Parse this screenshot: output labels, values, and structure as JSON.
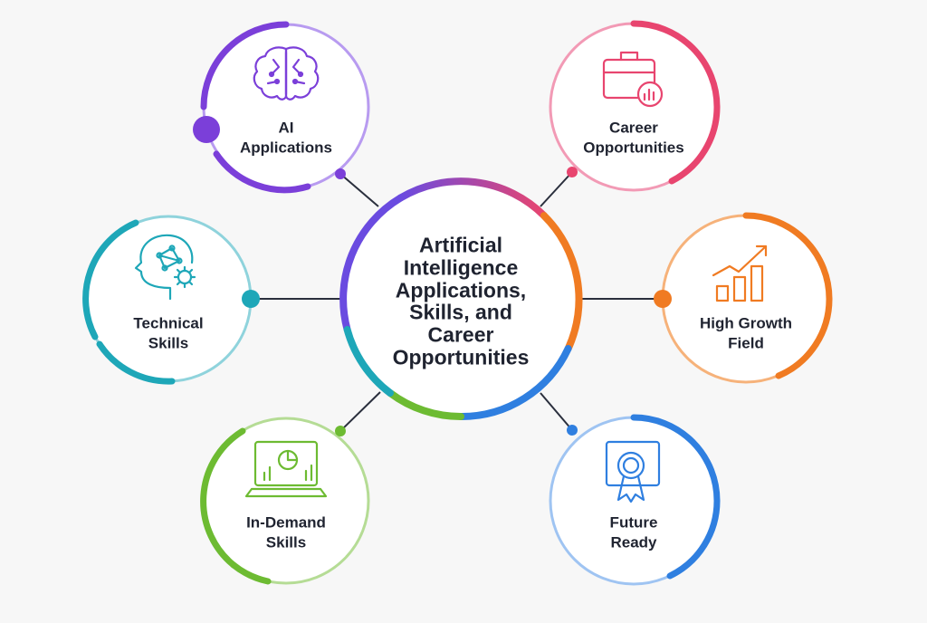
{
  "center": {
    "lines": [
      "Artificial",
      "Intelligence",
      "Applications,",
      "Skills, and",
      "Career",
      "Opportunities"
    ]
  },
  "nodes": [
    {
      "id": "ai-applications",
      "lines": [
        "AI",
        "Applications"
      ],
      "color": "#7b3fd9",
      "icon": "brain-icon"
    },
    {
      "id": "career-opportunities",
      "lines": [
        "Career",
        "Opportunities"
      ],
      "color": "#e8456f",
      "icon": "briefcase-chart-icon"
    },
    {
      "id": "technical-skills",
      "lines": [
        "Technical",
        "Skills"
      ],
      "color": "#1ea7b8",
      "icon": "head-network-gear-icon"
    },
    {
      "id": "high-growth-field",
      "lines": [
        "High Growth",
        "Field"
      ],
      "color": "#f07b22",
      "icon": "bar-growth-arrow-icon"
    },
    {
      "id": "in-demand-skills",
      "lines": [
        "In-Demand",
        "Skills"
      ],
      "color": "#6dbb32",
      "icon": "laptop-analytics-icon"
    },
    {
      "id": "future-ready",
      "lines": [
        "Future",
        "Ready"
      ],
      "color": "#2f7fe0",
      "icon": "award-ribbon-icon"
    }
  ],
  "colors": {
    "connector": "#2a2f3d",
    "text": "#1f2330",
    "background": "#f7f7f7"
  }
}
